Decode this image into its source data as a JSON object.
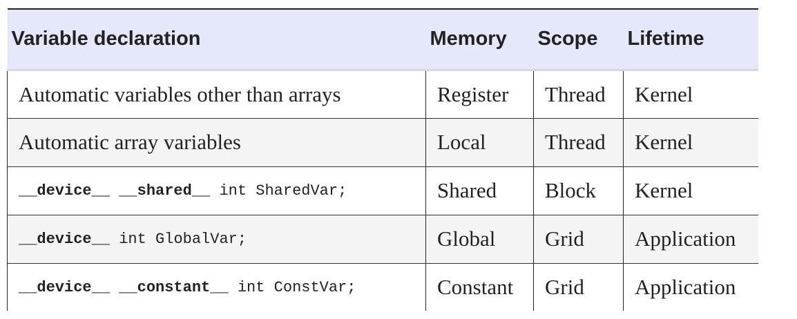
{
  "table": {
    "headers": [
      "Variable declaration",
      "Memory",
      "Scope",
      "Lifetime"
    ],
    "rows": [
      {
        "declaration_text": "Automatic variables other than arrays",
        "memory": "Register",
        "scope": "Thread",
        "lifetime": "Kernel"
      },
      {
        "declaration_text": "Automatic array variables",
        "memory": "Local",
        "scope": "Thread",
        "lifetime": "Kernel"
      },
      {
        "declaration_code": {
          "qualifiers": "__device__ __shared__",
          "rest": " int SharedVar;"
        },
        "memory": "Shared",
        "scope": "Block",
        "lifetime": "Kernel"
      },
      {
        "declaration_code": {
          "qualifiers": "__device__",
          "rest": " int GlobalVar;"
        },
        "memory": "Global",
        "scope": "Grid",
        "lifetime": "Application"
      },
      {
        "declaration_code": {
          "qualifiers": "__device__ __constant__",
          "rest": " int ConstVar;"
        },
        "memory": "Constant",
        "scope": "Grid",
        "lifetime": "Application"
      }
    ]
  }
}
